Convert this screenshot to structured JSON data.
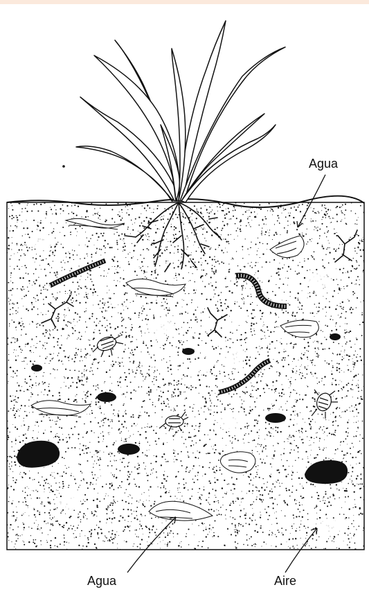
{
  "labels": {
    "water_top": "Agua",
    "water_bottom": "Agua",
    "air": "Aire"
  },
  "colors": {
    "ink": "#111111",
    "paper": "#ffffff",
    "top_band": "#fbe9dc"
  },
  "elements": {
    "plant": "grass-plant",
    "organisms": [
      "earthworm",
      "earthworm",
      "earthworm",
      "pill-bug",
      "pill-bug",
      "pill-bug",
      "root-fungus"
    ],
    "soil_features": [
      "water-film",
      "air-pocket",
      "stone"
    ]
  }
}
